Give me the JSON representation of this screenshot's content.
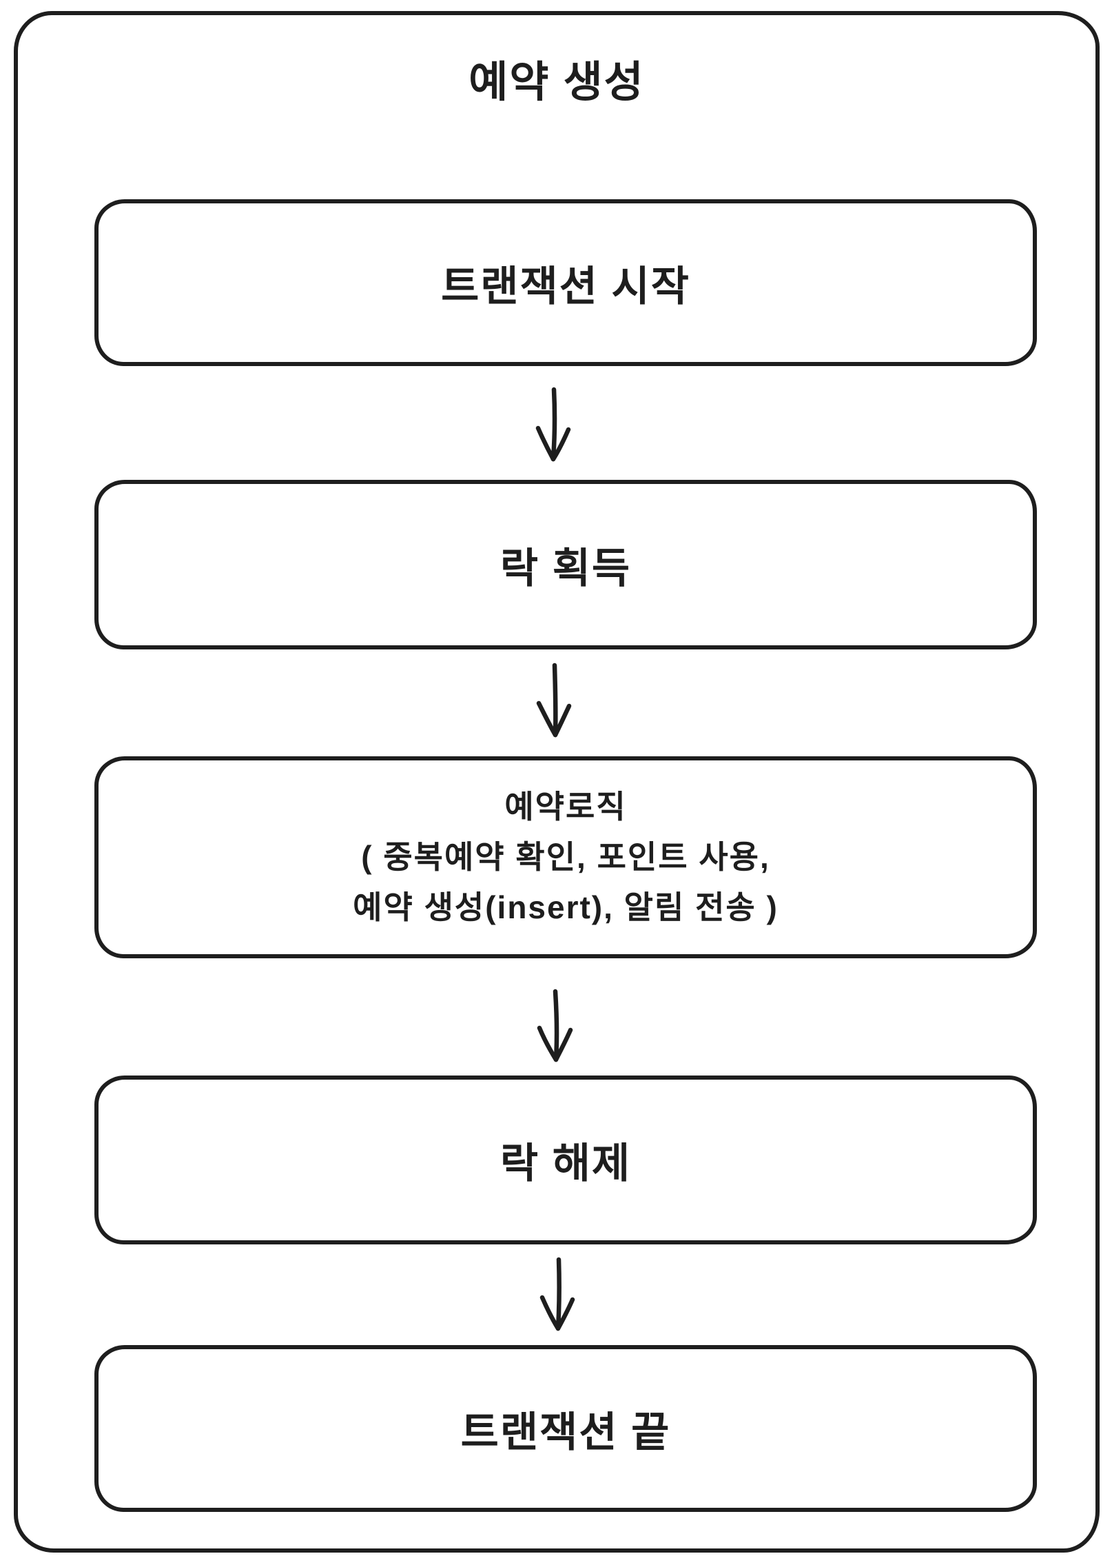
{
  "diagram": {
    "title": "예약 생성",
    "colors": {
      "stroke": "#1e1e1e",
      "background": "#ffffff"
    },
    "steps": [
      {
        "label": "트랜잭션 시작"
      },
      {
        "label": "락 획득"
      },
      {
        "lines": [
          "예약로직",
          "( 중복예약 확인, 포인트 사용,",
          "예약 생성(insert), 알림 전송 )"
        ]
      },
      {
        "label": "락 해제"
      },
      {
        "label": "트랜잭션 끝"
      }
    ],
    "connector_count": 4,
    "connector_type": "down-arrow"
  }
}
